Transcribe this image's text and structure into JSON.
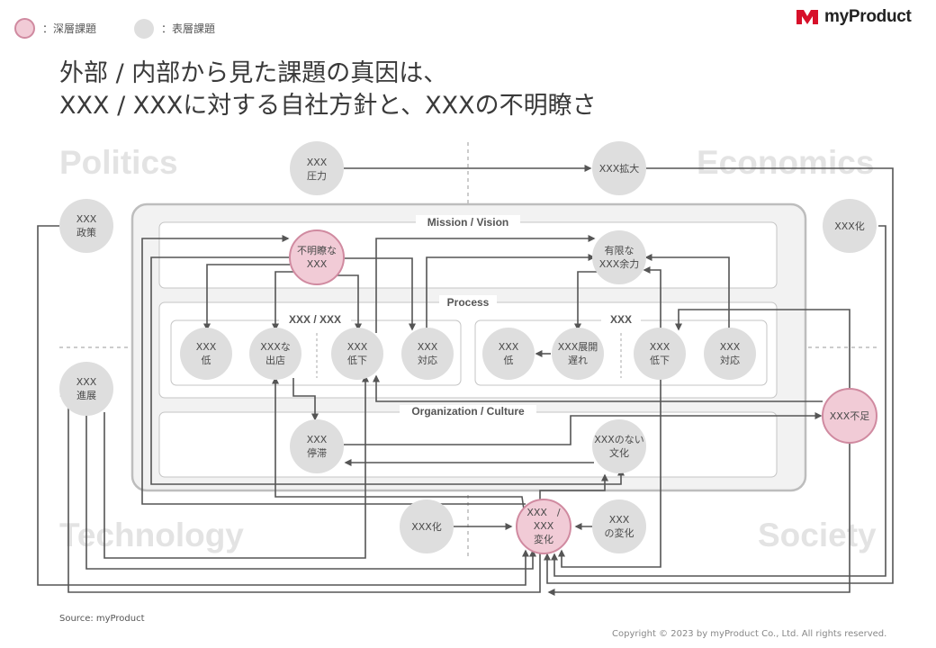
{
  "legend": {
    "deep": "：深層課題",
    "surface": "：表層課題"
  },
  "logo": {
    "text": "myProduct"
  },
  "title": {
    "line1": "外部 / 内部から見た課題の真因は、",
    "line2": "XXX / XXXに対する自社方針と、XXXの不明瞭さ"
  },
  "quadrants": {
    "politics": "Politics",
    "economics": "Economics",
    "technology": "Technology",
    "society": "Society"
  },
  "boxes": {
    "mission": "Mission / Vision",
    "process": "Process",
    "process_left": "XXX / XXX",
    "process_right": "XXX",
    "culture": "Organization / Culture"
  },
  "nodes": {
    "n_pressure": [
      "XXX",
      "圧力"
    ],
    "n_expand": [
      "XXX拡大"
    ],
    "n_policy": [
      "XXX",
      "政策"
    ],
    "n_ka_right": [
      "XXX化"
    ],
    "n_unclear": [
      "不明瞭な",
      "XXX"
    ],
    "n_limited": [
      "有限な",
      "XXX余力"
    ],
    "n_low1": [
      "XXX",
      "低"
    ],
    "n_store": [
      "XXXな",
      "出店"
    ],
    "n_decline1": [
      "XXX",
      "低下"
    ],
    "n_respond1": [
      "XXX",
      "対応"
    ],
    "n_low2": [
      "XXX",
      "低"
    ],
    "n_delay": [
      "XXX展開",
      "遅れ"
    ],
    "n_decline2": [
      "XXX",
      "低下"
    ],
    "n_respond2": [
      "XXX",
      "対応"
    ],
    "n_progress": [
      "XXX",
      "進展"
    ],
    "n_shortage": [
      "XXX不足"
    ],
    "n_stagnation": [
      "XXX",
      "停滞"
    ],
    "n_noculture": [
      "XXXのない",
      "文化"
    ],
    "n_ka_bottom": [
      "XXX化"
    ],
    "n_change_center": [
      "XXX　/",
      "XXX",
      "変化"
    ],
    "n_change_right": [
      "XXX",
      "の変化"
    ]
  },
  "colors": {
    "deep_fill": "#f1cbd6",
    "deep_stroke": "#d08aa0",
    "surface_fill": "#dedede",
    "arrow": "#555555",
    "logo_red": "#d7102a"
  },
  "footer": {
    "source": "Source: myProduct",
    "copyright": "Copyright © 2023 by myProduct Co., Ltd.  All rights reserved."
  }
}
